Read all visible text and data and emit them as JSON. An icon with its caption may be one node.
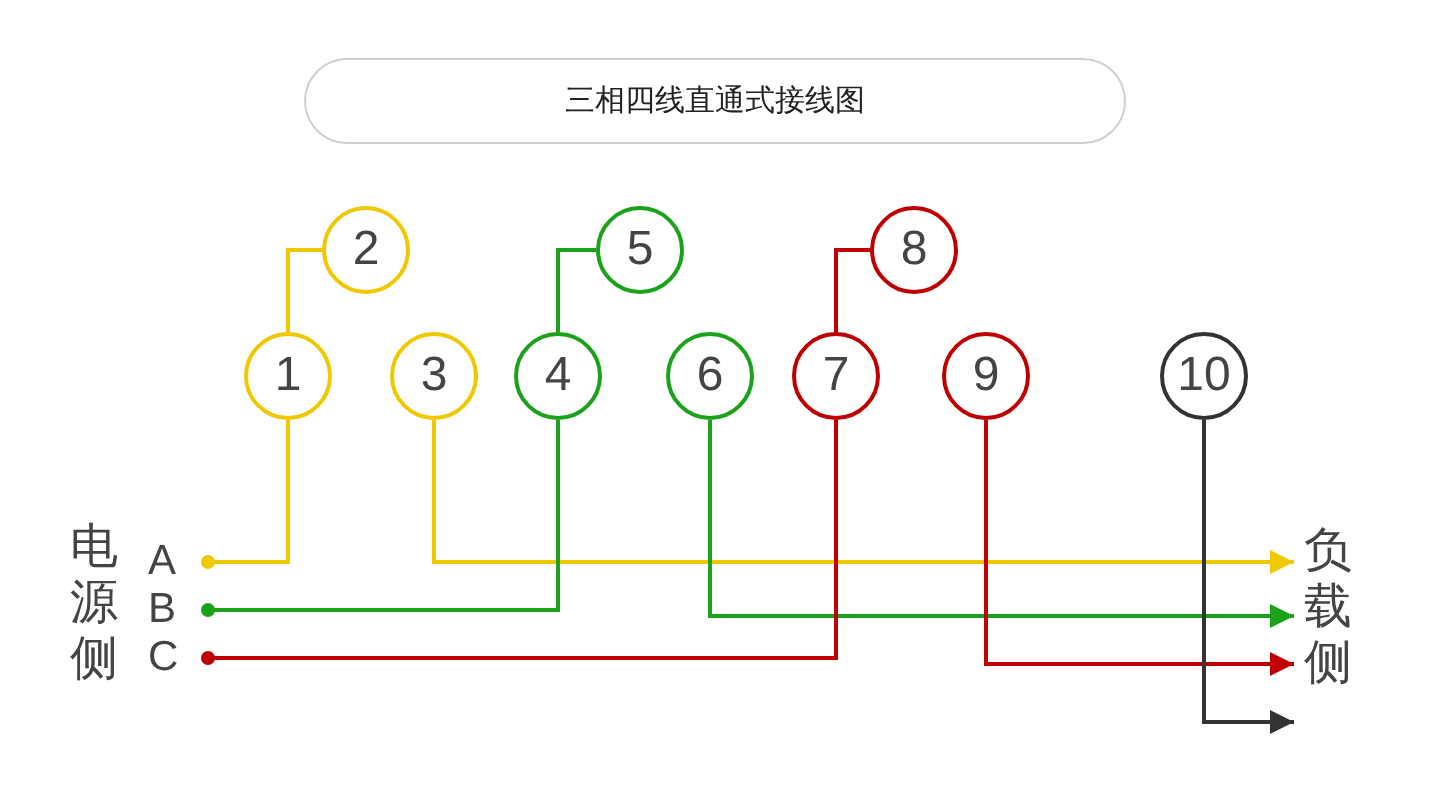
{
  "diagram": {
    "title": "三相四线直通式接线图",
    "nodes": [
      {
        "text": [
          "1"
        ]
      },
      {
        "text": [
          "2"
        ]
      },
      {
        "text": [
          "3"
        ]
      },
      {
        "text": [
          "4"
        ]
      },
      {
        "text": [
          "5"
        ]
      },
      {
        "text": [
          "6"
        ]
      },
      {
        "text": [
          "7"
        ]
      },
      {
        "text": [
          "8"
        ]
      },
      {
        "text": [
          "9"
        ]
      },
      {
        "text": [
          "10"
        ]
      },
      {
        "text": [
          "A"
        ]
      },
      {
        "text": [
          "B"
        ]
      },
      {
        "text": [
          "C"
        ]
      },
      {
        "text": [
          "负载侧"
        ]
      }
    ],
    "edges": [
      {
        "from": 10,
        "to": 0,
        "arrow": "other",
        "color": "#f0c800"
      },
      {
        "from": 0,
        "to": 1,
        "arrow": "none",
        "color": "#f0c800"
      },
      {
        "from": 2,
        "to": 13,
        "arrow": "to",
        "color": "#f0c800"
      },
      {
        "from": 11,
        "to": 3,
        "arrow": "other",
        "color": "#1aa31a"
      },
      {
        "from": 3,
        "to": 4,
        "arrow": "none",
        "color": "#1aa31a"
      },
      {
        "from": 5,
        "to": 13,
        "arrow": "to",
        "color": "#1aa31a"
      },
      {
        "from": 12,
        "to": 6,
        "arrow": "other",
        "color": "#c00000"
      },
      {
        "from": 6,
        "to": 7,
        "arrow": "none",
        "color": "#c00000"
      },
      {
        "from": 8,
        "to": 13,
        "arrow": "to",
        "color": "#c00000"
      },
      {
        "from": 9,
        "to": 13,
        "arrow": "to",
        "color": "#333333"
      }
    ],
    "labels": [
      "电源侧"
    ]
  }
}
